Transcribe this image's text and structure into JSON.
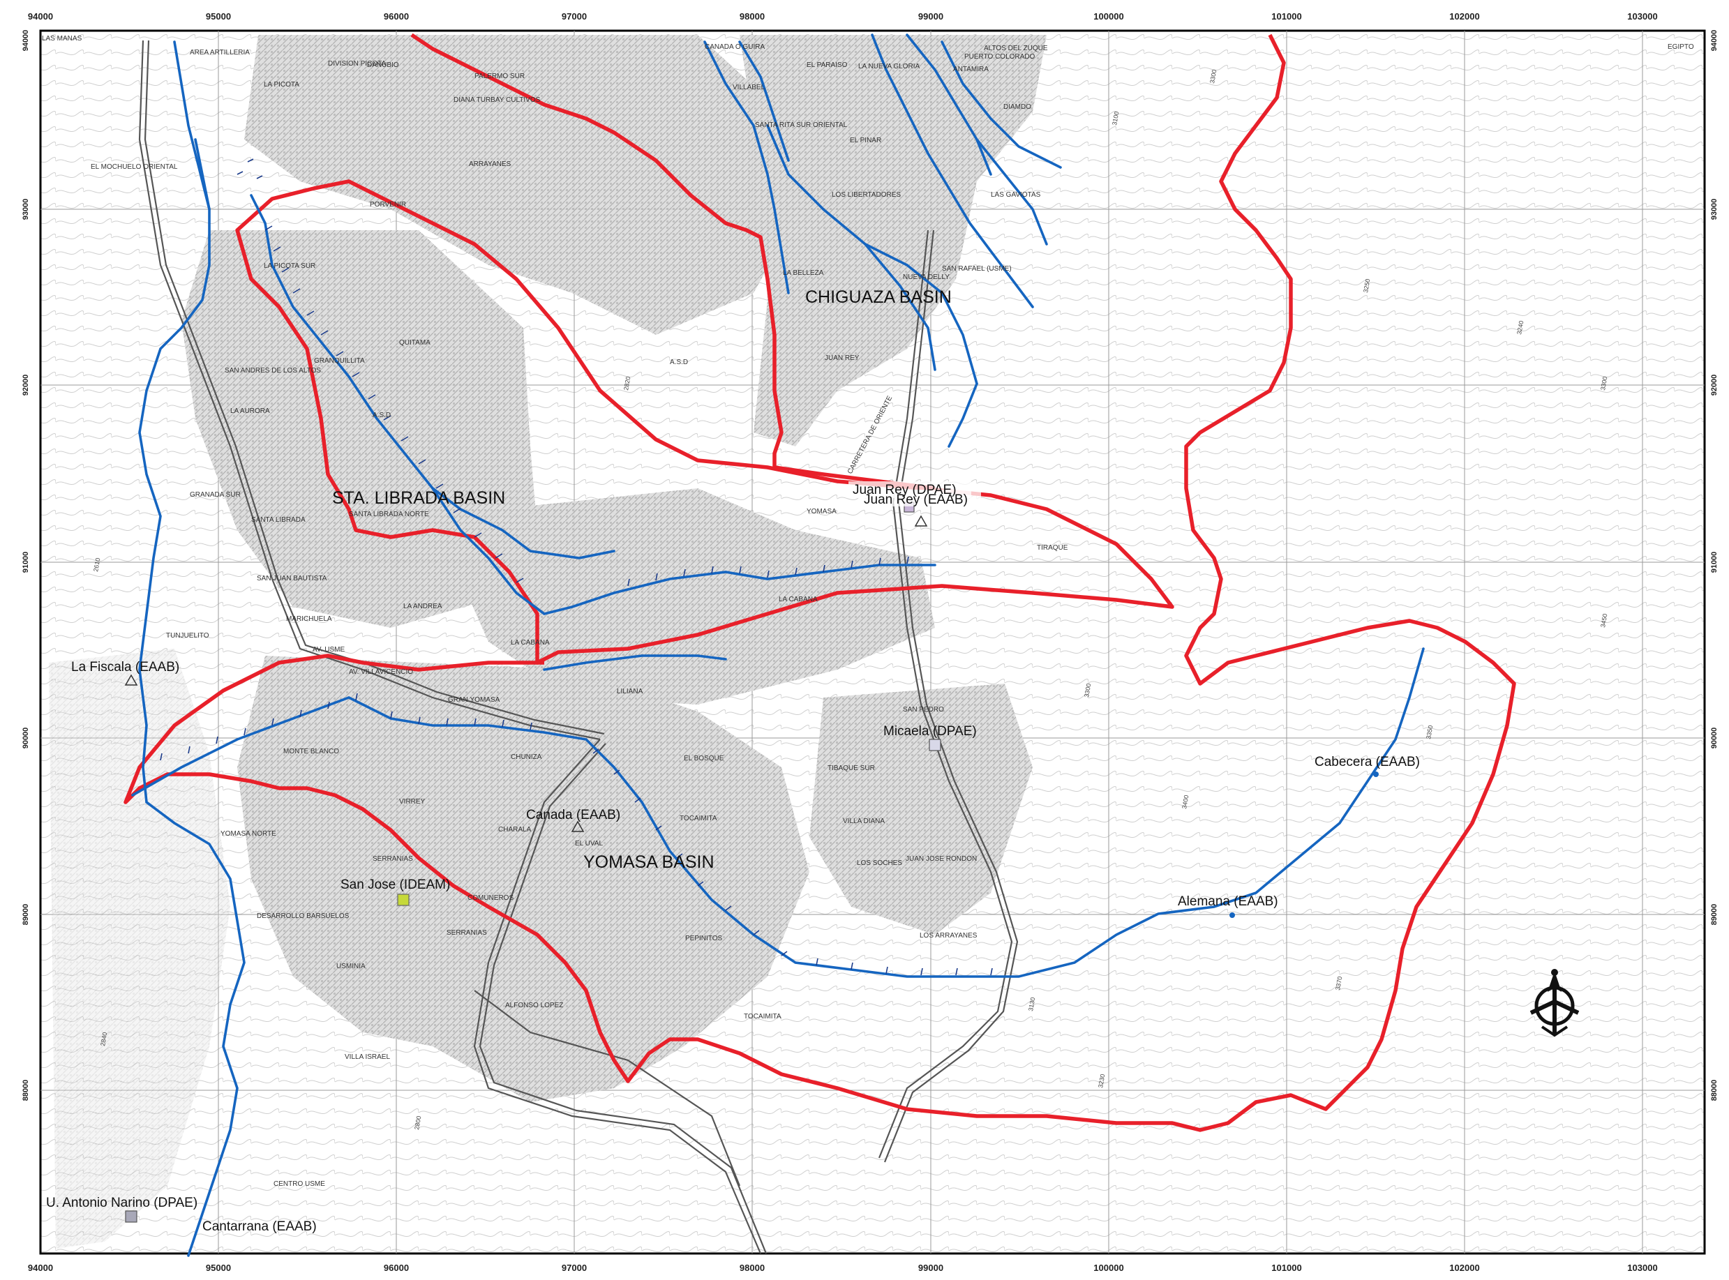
{
  "map": {
    "grid": {
      "x_labels": [
        "94000",
        "95000",
        "96000",
        "97000",
        "98000",
        "99000",
        "100000",
        "101000",
        "102000",
        "103000"
      ],
      "y_labels": [
        "94000",
        "93000",
        "92000",
        "91000",
        "90000",
        "89000",
        "88000"
      ]
    },
    "basins": [
      {
        "id": "sta-librada",
        "label": "STA. LIBRADA BASIN"
      },
      {
        "id": "chiguaza",
        "label": "CHIGUAZA BASIN"
      },
      {
        "id": "yomasa",
        "label": "YOMASA BASIN"
      }
    ],
    "stations": [
      {
        "id": "juan-rey-dpae",
        "label": "Juan Rey (DPAE)",
        "symbol": "square"
      },
      {
        "id": "juan-rey-eaab",
        "label": "Juan Rey (EAAB)",
        "symbol": "triangle"
      },
      {
        "id": "la-fiscala-eaab",
        "label": "La Fiscala (EAAB)",
        "symbol": "triangle"
      },
      {
        "id": "micaela-dpae",
        "label": "Micaela (DPAE)",
        "symbol": "square"
      },
      {
        "id": "cabecera-eaab",
        "label": "Cabecera (EAAB)",
        "symbol": "none"
      },
      {
        "id": "canada-eaab",
        "label": "Canada (EAAB)",
        "symbol": "triangle"
      },
      {
        "id": "san-jose-ideam",
        "label": "San Jose (IDEAM)",
        "symbol": "square-green"
      },
      {
        "id": "alemana-eaab",
        "label": "Alemana (EAAB)",
        "symbol": "none"
      },
      {
        "id": "u-antonio-narino-dpae",
        "label": "U. Antonio Narino (DPAE)",
        "symbol": "square"
      },
      {
        "id": "cantarrana-eaab",
        "label": "Cantarrana (EAAB)",
        "symbol": "none"
      }
    ],
    "places": [
      {
        "id": "las-manas",
        "label": "LAS MANAS"
      },
      {
        "id": "area-artilleria",
        "label": "AREA ARTILLERIA"
      },
      {
        "id": "division-picota",
        "label": "DIVISION PICOTA"
      },
      {
        "id": "la-picota",
        "label": "LA PICOTA"
      },
      {
        "id": "danubio",
        "label": "DANUBIO"
      },
      {
        "id": "diana-turbay",
        "label": "DIANA TURBAY CULTIVOS"
      },
      {
        "id": "palermo-sur",
        "label": "PALERMO SUR"
      },
      {
        "id": "canada-o-guira",
        "label": "CANADA O GUIRA"
      },
      {
        "id": "el-paraiso",
        "label": "EL PARAISO"
      },
      {
        "id": "la-nueva-gloria",
        "label": "LA NUEVA GLORIA"
      },
      {
        "id": "altos-del-zuque",
        "label": "ALTOS DEL ZUQUE"
      },
      {
        "id": "puerto-colorado",
        "label": "PUERTO COLORADO"
      },
      {
        "id": "egipto",
        "label": "EGIPTO"
      },
      {
        "id": "villabel",
        "label": "VILLABEL"
      },
      {
        "id": "antamira",
        "label": "ANTAMIRA"
      },
      {
        "id": "santa-rita-sur",
        "label": "SANTA RITA SUR ORIENTAL"
      },
      {
        "id": "el-pinar",
        "label": "EL PINAR"
      },
      {
        "id": "el-mochuelo",
        "label": "EL MOCHUELO ORIENTAL"
      },
      {
        "id": "arrayanes",
        "label": "ARRAYANES"
      },
      {
        "id": "diamdo",
        "label": "DIAMDO"
      },
      {
        "id": "los-libertadores",
        "label": "LOS LIBERTADORES"
      },
      {
        "id": "las-gaviotas",
        "label": "LAS GAVIOTAS"
      },
      {
        "id": "porvenir",
        "label": "PORVENIR"
      },
      {
        "id": "la-picota-sur",
        "label": "LA PICOTA SUR"
      },
      {
        "id": "la-belleza",
        "label": "LA BELLEZA"
      },
      {
        "id": "nueva-delly",
        "label": "NUEVA DELLY"
      },
      {
        "id": "san-rafael-usme",
        "label": "SAN RAFAEL (USME)"
      },
      {
        "id": "quitama",
        "label": "QUITAMA"
      },
      {
        "id": "granquillita",
        "label": "GRANQUILLITA"
      },
      {
        "id": "asd-1",
        "label": "A.S.D"
      },
      {
        "id": "juan-rey",
        "label": "JUAN REY"
      },
      {
        "id": "san-andres",
        "label": "SAN ANDRES DE LOS ALTOS"
      },
      {
        "id": "asd-2",
        "label": "A.S.D"
      },
      {
        "id": "la-aurora",
        "label": "LA AURORA"
      },
      {
        "id": "carretera-oriente",
        "label": "CARRETERA DE ORIENTE"
      },
      {
        "id": "granada-sur",
        "label": "GRANADA SUR"
      },
      {
        "id": "santa-librada",
        "label": "SANTA LIBRADA"
      },
      {
        "id": "santa-librada-norte",
        "label": "SANTA LIBRADA NORTE"
      },
      {
        "id": "yomasa",
        "label": "YOMASA"
      },
      {
        "id": "tiraque",
        "label": "TIRAQUE"
      },
      {
        "id": "san-juan-bautista",
        "label": "SAN JUAN BAUTISTA"
      },
      {
        "id": "la-andrea",
        "label": "LA ANDREA"
      },
      {
        "id": "la-cabana-1",
        "label": "LA CABANA"
      },
      {
        "id": "la-cabana-2",
        "label": "LA CABANA"
      },
      {
        "id": "tunjuelito",
        "label": "TUNJUELITO"
      },
      {
        "id": "marichuela",
        "label": "MARICHUELA"
      },
      {
        "id": "av-usme",
        "label": "AV. USME"
      },
      {
        "id": "av-villavicencio",
        "label": "AV. VILLAVICENCIO"
      },
      {
        "id": "liliana",
        "label": "LILIANA"
      },
      {
        "id": "gran-yomasa",
        "label": "GRAN YOMASA"
      },
      {
        "id": "san-pedro",
        "label": "SAN PEDRO"
      },
      {
        "id": "monte-blanco",
        "label": "MONTE BLANCO"
      },
      {
        "id": "chuniza",
        "label": "CHUNIZA"
      },
      {
        "id": "el-bosque",
        "label": "EL BOSQUE"
      },
      {
        "id": "tibaque-sur",
        "label": "TIBAQUE SUR"
      },
      {
        "id": "virrey",
        "label": "VIRREY"
      },
      {
        "id": "charala",
        "label": "CHARALA"
      },
      {
        "id": "el-uval",
        "label": "EL UVAL"
      },
      {
        "id": "tocaimita-1",
        "label": "TOCAIMITA"
      },
      {
        "id": "villa-diana",
        "label": "VILLA DIANA"
      },
      {
        "id": "yomasa-norte",
        "label": "YOMASA NORTE"
      },
      {
        "id": "serranias-1",
        "label": "SERRANIAS"
      },
      {
        "id": "los-soches",
        "label": "LOS SOCHES"
      },
      {
        "id": "juan-jose-rondon",
        "label": "JUAN JOSE RONDON"
      },
      {
        "id": "comuneros",
        "label": "COMUNEROS"
      },
      {
        "id": "desarrollo-barsuelos",
        "label": "DESARROLLO BARSUELOS"
      },
      {
        "id": "serranias-2",
        "label": "SERRANIAS"
      },
      {
        "id": "pepinitos",
        "label": "PEPINITOS"
      },
      {
        "id": "los-arrayanes",
        "label": "LOS ARRAYANES"
      },
      {
        "id": "usminia",
        "label": "USMINIA"
      },
      {
        "id": "alfonso-lopez",
        "label": "ALFONSO LOPEZ"
      },
      {
        "id": "tocaimita-2",
        "label": "TOCAIMITA"
      },
      {
        "id": "villa-israel",
        "label": "VILLA ISRAEL"
      },
      {
        "id": "centro-usme",
        "label": "CENTRO USME"
      }
    ],
    "colors": {
      "basin_boundary": "#e8202a",
      "river": "#1565c0",
      "road": "#444444",
      "urban": "#c9c9c9",
      "grid": "#9a9a9a"
    },
    "compass_icon": "north-arrow-icon"
  }
}
